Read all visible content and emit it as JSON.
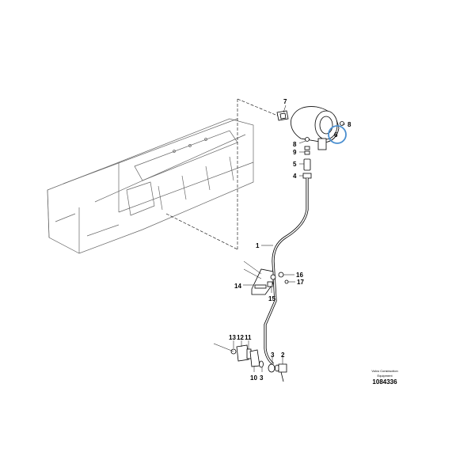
{
  "callouts": {
    "c7": "7",
    "c8a": "8",
    "c6": "6",
    "c8b": "8",
    "c9": "9",
    "c5": "5",
    "c4": "4",
    "c1": "1",
    "c16": "16",
    "c17": "17",
    "c14": "14",
    "c15": "15",
    "c13": "13",
    "c12": "12",
    "c11": "11",
    "c10": "10",
    "c3a": "3",
    "c3b": "3",
    "c2": "2"
  },
  "footer": {
    "brand_line1": "Volvo Construction",
    "brand_line2": "Equipment",
    "drawing_number": "1084336"
  },
  "colors": {
    "highlight": "#4a8fd0",
    "line": "#000000",
    "engine": "#555555"
  }
}
